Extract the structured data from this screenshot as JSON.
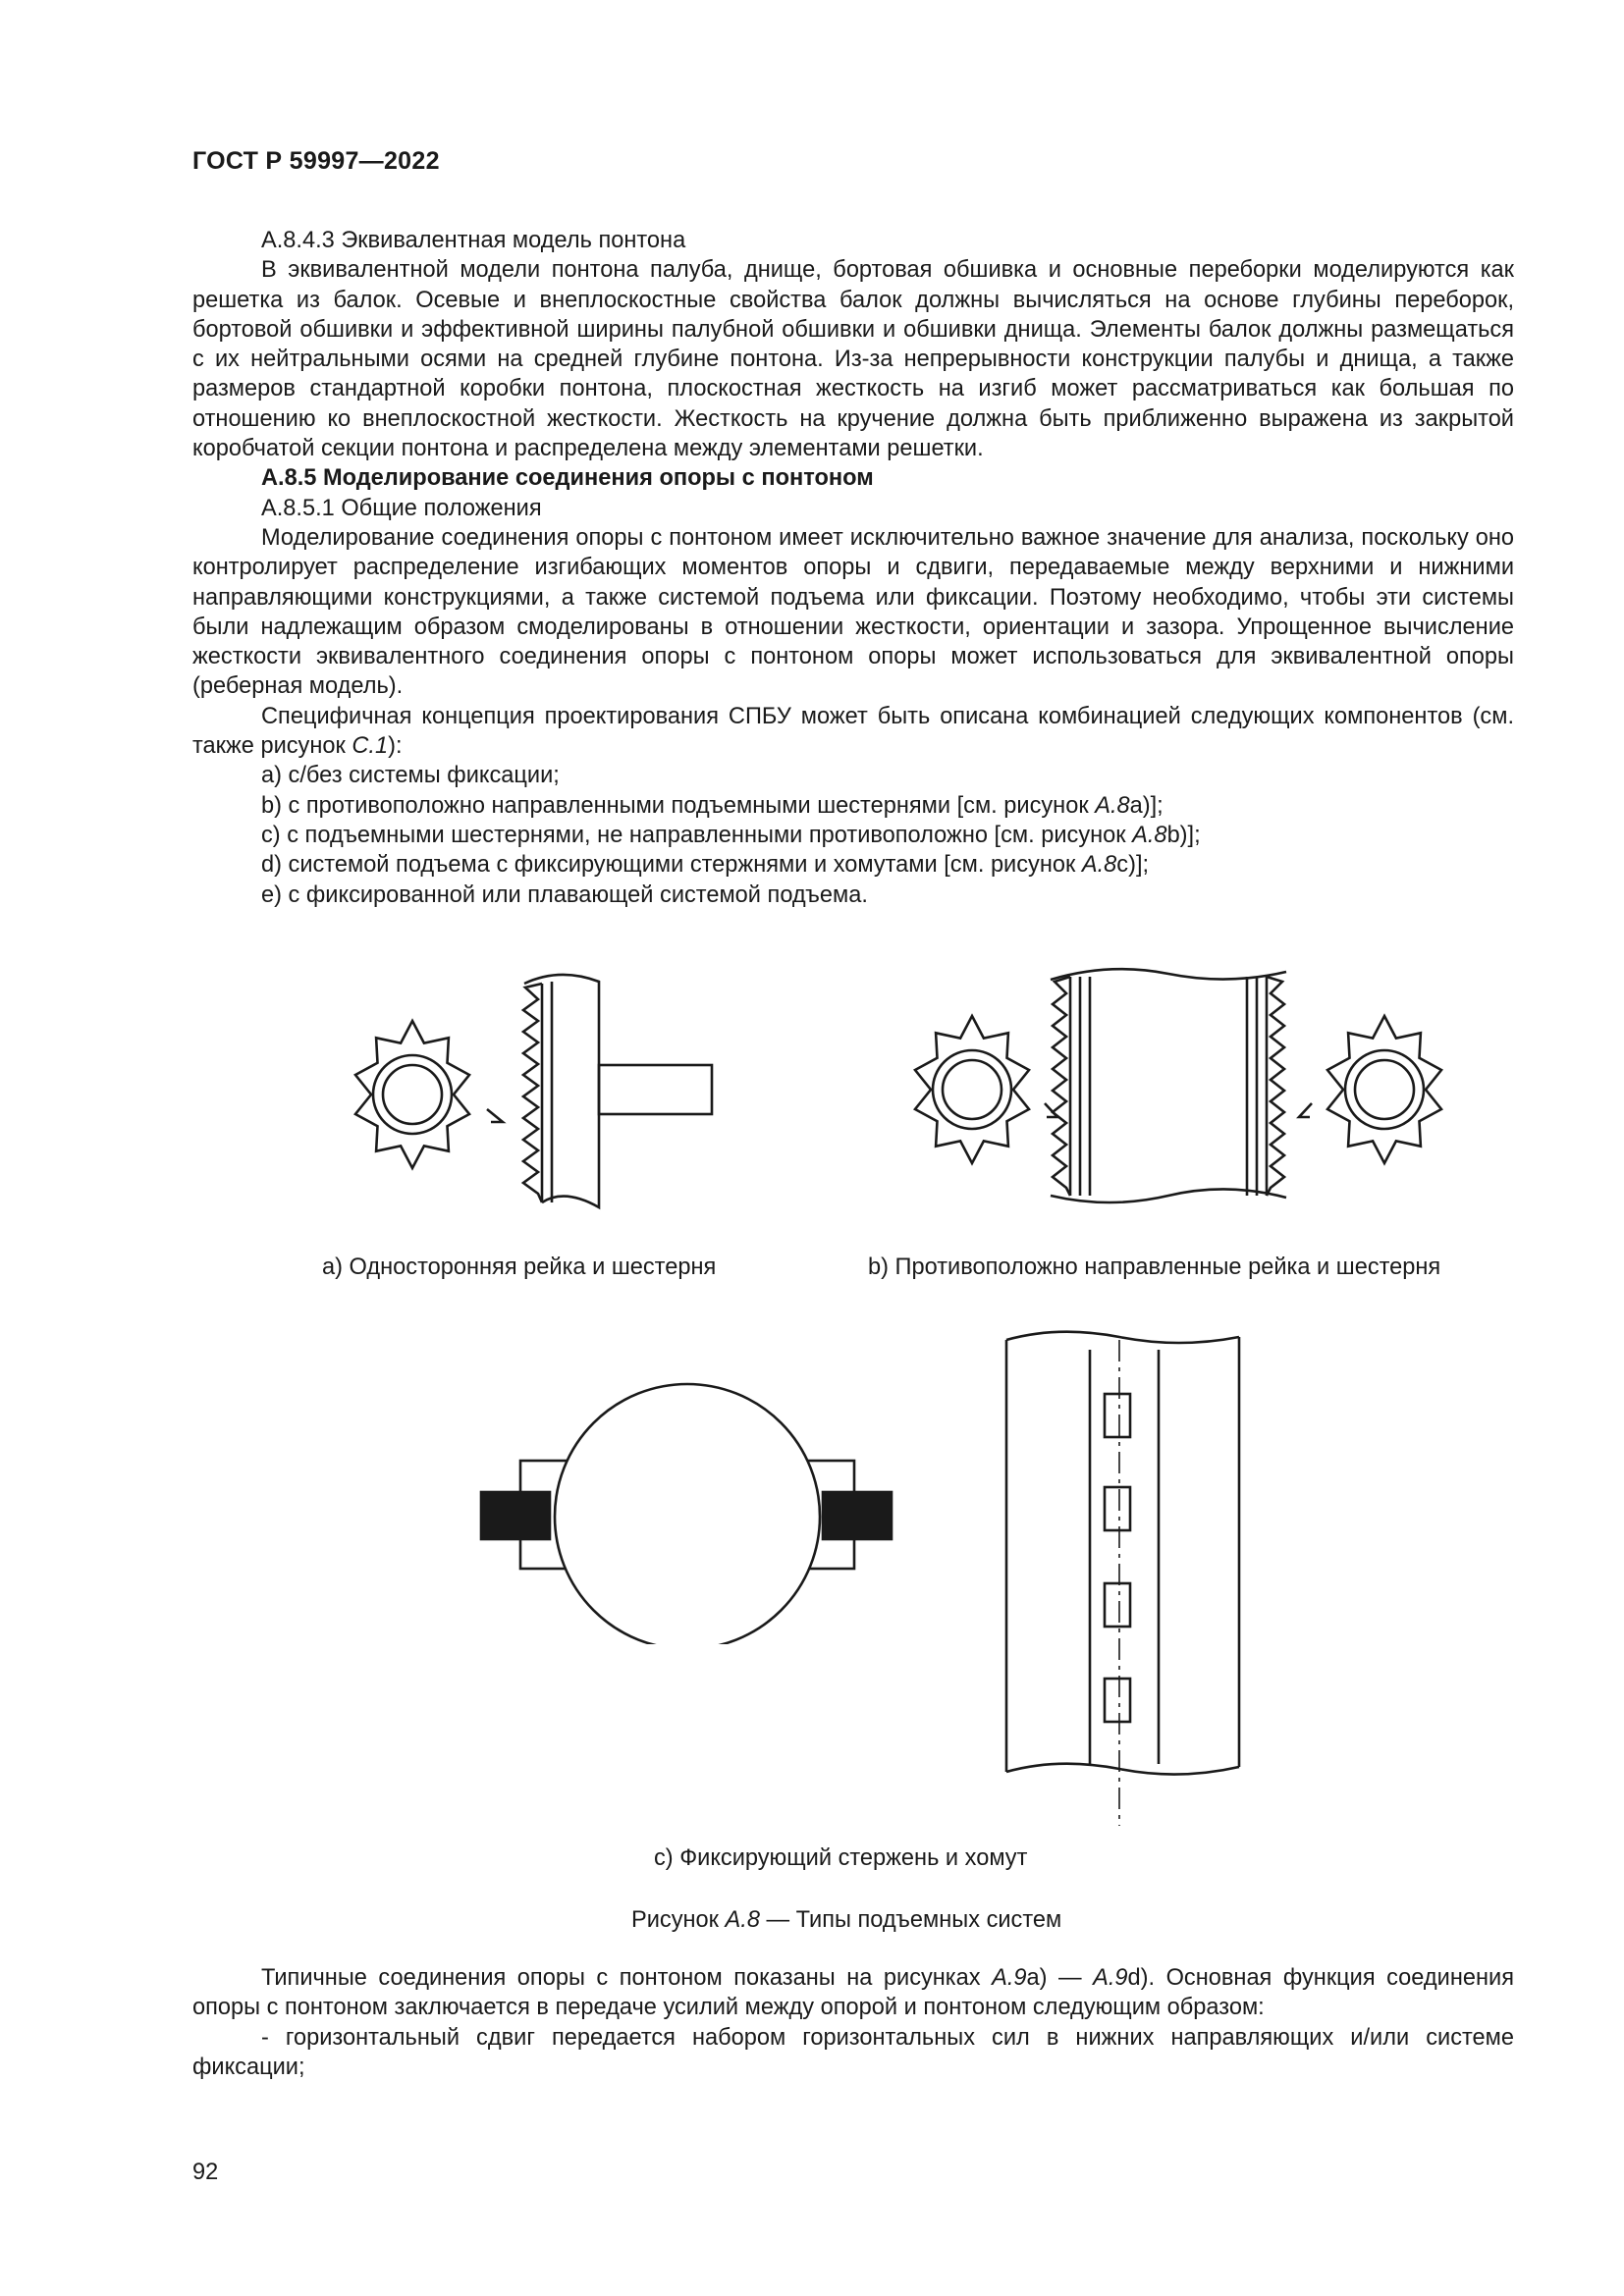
{
  "header": {
    "doc_code": "ГОСТ Р 59997—2022"
  },
  "section_a843": {
    "heading": "А.8.4.3 Эквивалентная модель понтона",
    "paragraph": "В эквивалентной модели понтона палуба, днище, бортовая обшивка и основные переборки моделируются как решетка из балок. Осевые и внеплоскостные свойства балок должны вычисляться на основе глубины переборок, бортовой обшивки и эффективной ширины палубной обшивки и обшивки днища. Элементы балок должны размещаться с их нейтральными осями на средней глубине понтона. Из-за непрерывности конструкции палубы и днища, а также размеров стандартной коробки понтона, плоскостная жесткость на изгиб может рассматриваться как большая по отношению ко внеплоскостной жесткости. Жесткость на кручение должна быть приближенно выражена из закрытой коробчатой секции понтона и распределена между элементами решетки."
  },
  "section_a85": {
    "heading": "А.8.5 Моделирование соединения опоры с понтоном"
  },
  "section_a851": {
    "heading": "А.8.5.1 Общие положения",
    "paragraph1": "Моделирование соединения опоры с понтоном имеет исключительно важное значение для анализа, поскольку оно контролирует распределение изгибающих моментов опоры и сдвиги, передаваемые между верхними и нижними направляющими конструкциями, а также системой подъема или фиксации. Поэтому необходимо, чтобы эти системы были надлежащим образом смоделированы в отношении жесткости, ориентации и зазора. Упрощенное вычисление жесткости эквивалентного соединения опоры с понтоном опоры может использоваться для эквивалентной опоры (реберная модель).",
    "paragraph2_a": "Специфичная концепция проектирования СПБУ может быть описана комбинацией следующих компонентов (см. также рисунок ",
    "paragraph2_ref": "С.1",
    "paragraph2_b": "):",
    "list": [
      {
        "pre": "a) с/без системы фиксации;",
        "ref": "",
        "post": ""
      },
      {
        "pre": "b) с противоположно направленными подъемными шестернями [см. рисунок ",
        "ref": "А.8",
        "post": "a)];"
      },
      {
        "pre": "c) с подъемными шестернями, не направленными противоположно [см. рисунок ",
        "ref": "А.8",
        "post": "b)];"
      },
      {
        "pre": "d) системой подъема с фиксирующими стержнями и хомутами [см. рисунок ",
        "ref": "А.8",
        "post": "c)];"
      },
      {
        "pre": "e) с фиксированной или плавающей системой подъема.",
        "ref": "",
        "post": ""
      }
    ]
  },
  "figure": {
    "caption_a": "a) Односторонняя рейка и шестерня",
    "caption_b": "b) Противоположно направленные рейка и шестерня",
    "caption_c": "c)  Фиксирующий стержень и хомут",
    "title_pre": "Рисунок ",
    "title_ref": "А.8",
    "title_post": " — Типы подъемных систем"
  },
  "after": {
    "p1_a": "Типичные соединения опоры с понтоном показаны на рисунках ",
    "p1_ref1": "А.9",
    "p1_b": "а) — ",
    "p1_ref2": "А.9",
    "p1_c": "d). Основная функция соединения опоры с понтоном заключается в передаче усилий между опорой и понтоном следующим образом:",
    "p2": "- горизонтальный сдвиг передается набором горизонтальных сил в нижних направляющих и/или системе фиксации;"
  },
  "page_number": "92"
}
